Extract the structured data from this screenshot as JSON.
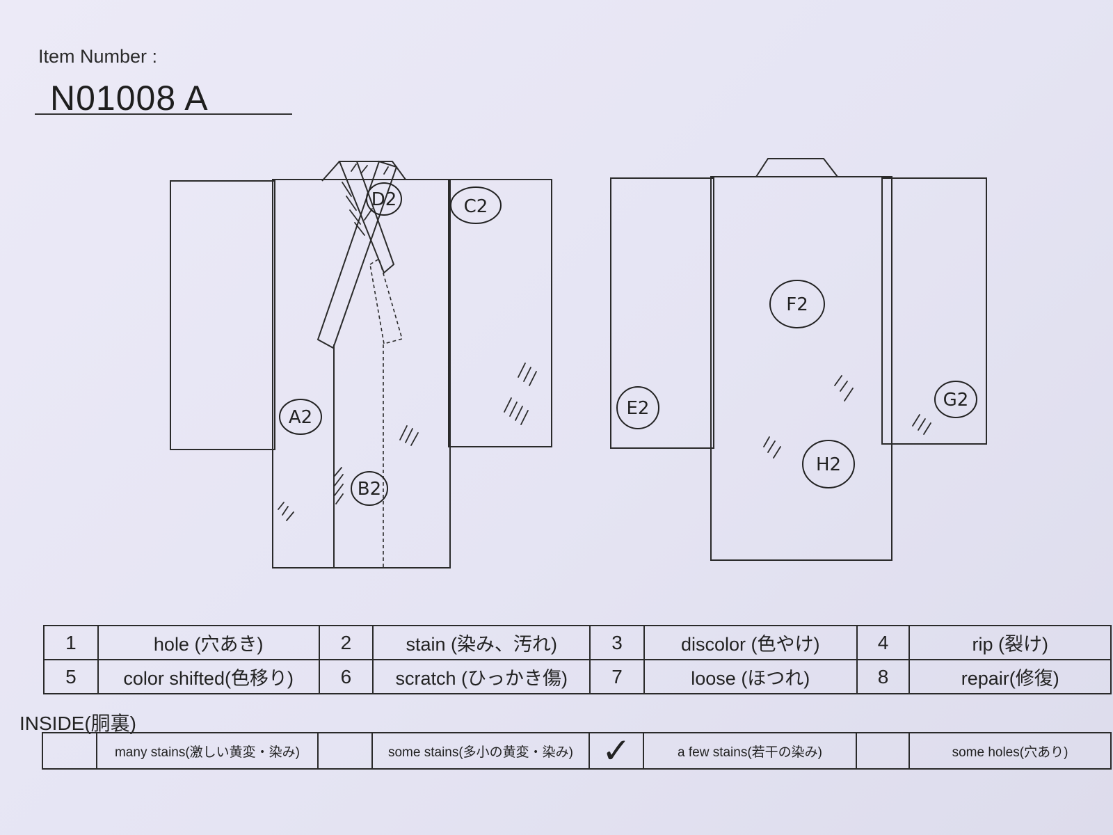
{
  "header": {
    "item_number_label": "Item Number :",
    "item_number": "N01008  A"
  },
  "diagram": {
    "front_marks": [
      "A2",
      "B2",
      "C2",
      "D2"
    ],
    "back_marks": [
      "E2",
      "F2",
      "G2",
      "H2"
    ]
  },
  "legend": {
    "rows": [
      [
        {
          "num": "1",
          "label": "hole (穴あき)"
        },
        {
          "num": "2",
          "label": "stain (染み、汚れ)"
        },
        {
          "num": "3",
          "label": "discolor (色やけ)"
        },
        {
          "num": "4",
          "label": "rip (裂け)"
        }
      ],
      [
        {
          "num": "5",
          "label": "color shifted(色移り)"
        },
        {
          "num": "6",
          "label": "scratch (ひっかき傷)"
        },
        {
          "num": "7",
          "label": "loose (ほつれ)"
        },
        {
          "num": "8",
          "label": "repair(修復)"
        }
      ]
    ]
  },
  "inside": {
    "title": "INSIDE(胴裏)",
    "options": [
      "many stains(激しい黄変・染み)",
      "some stains(多小の黄変・染み)",
      "a few stains(若干の染み)",
      "some holes(穴あり)"
    ],
    "checked_index": 2,
    "check_mark": "✓"
  }
}
